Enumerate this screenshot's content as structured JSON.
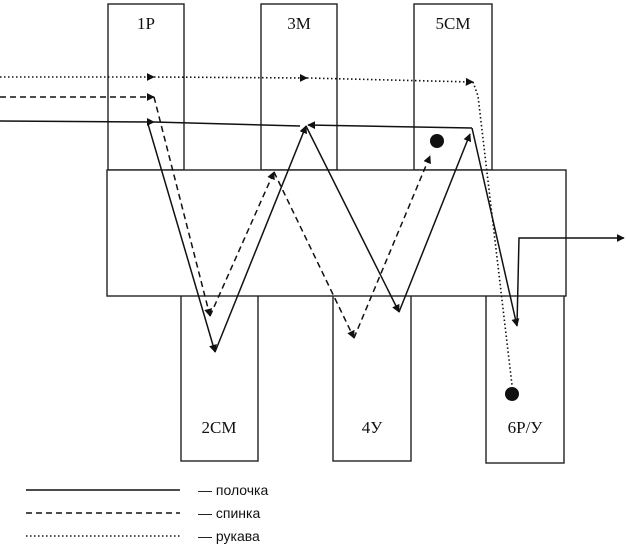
{
  "stations": {
    "s1": "1Р",
    "s2": "2СМ",
    "s3": "3М",
    "s4": "4У",
    "s5": "5СМ",
    "s6": "6Р/У"
  },
  "legend": {
    "solid": "— полочка",
    "dashed": "— спинка",
    "dotted": "— рукава"
  }
}
